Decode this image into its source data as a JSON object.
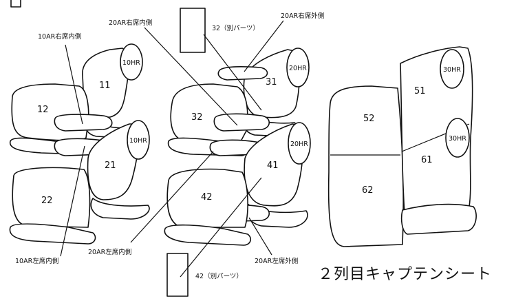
{
  "labels": {
    "ar10_right_inner": "10AR右席内側",
    "ar10_left_inner": "10AR左席内側",
    "ar20_right_inner": "20AR右席内側",
    "ar20_right_outer": "20AR右席外側",
    "ar20_left_inner": "20AR左席内側",
    "ar20_left_outer": "20AR左席外側",
    "part32": "32（別パーツ）",
    "part42": "42（別パーツ）"
  },
  "parts": {
    "p11": "11",
    "p12": "12",
    "p21": "21",
    "p22": "22",
    "p31": "31",
    "p32": "32",
    "p41": "41",
    "p42": "42",
    "p51": "51",
    "p52": "52",
    "p61": "61",
    "p62": "62",
    "hr10a": "10HR",
    "hr10b": "10HR",
    "hr20a": "20HR",
    "hr20b": "20HR",
    "hr30a": "30HR",
    "hr30b": "30HR"
  },
  "title": "２列目キャプテンシート"
}
